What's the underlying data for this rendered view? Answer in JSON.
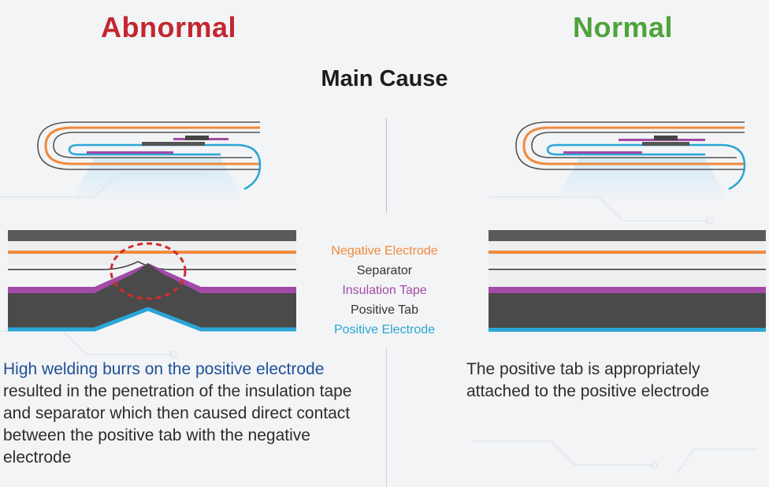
{
  "headings": {
    "abnormal": "Abnormal",
    "normal": "Normal",
    "main_cause": "Main Cause"
  },
  "legend": [
    {
      "label": "Negative Electrode",
      "color": "#f08a3c"
    },
    {
      "label": "Separator",
      "color": "#333333"
    },
    {
      "label": "Insulation Tape",
      "color": "#a24aa6"
    },
    {
      "label": "Positive Tab",
      "color": "#4a4a4a"
    },
    {
      "label": "Positive Electrode",
      "color": "#2aa6d6"
    }
  ],
  "abnormal_description": {
    "highlight": "High welding burrs on the positive electrode",
    "rest": " resulted in the penetration of the insulation tape and separator which then caused direct contact between the positive tab with the negative electrode"
  },
  "normal_description": "The positive tab is appropriately attached to the positive electrode",
  "colors": {
    "negative_electrode": "#f08a3c",
    "separator": "#333333",
    "insulation_tape": "#a24aa6",
    "positive_tab": "#4a4a4a",
    "positive_electrode": "#2aa6d6",
    "defect_circle": "#d32b2b",
    "abnormal_title": "#c3272f",
    "normal_title": "#4ea33a"
  }
}
